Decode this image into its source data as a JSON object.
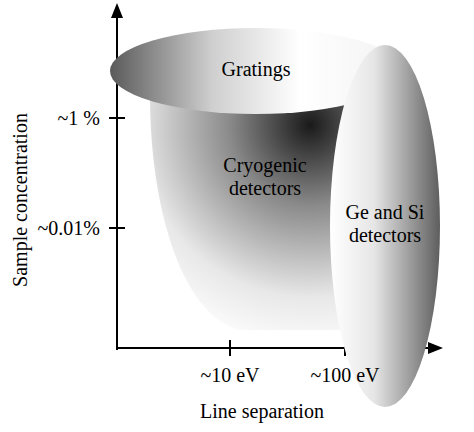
{
  "diagram": {
    "nodes": [
      {
        "text": [
          "Gratings"
        ]
      },
      {
        "text": [
          "Cryogenic detectors"
        ]
      },
      {
        "text": [
          "Ge and Si detectors"
        ]
      }
    ],
    "labels": [
      "~1 %",
      "~0.01%",
      "Sample concentration",
      "~10 eV",
      "~100 eV",
      "Line separation"
    ]
  }
}
